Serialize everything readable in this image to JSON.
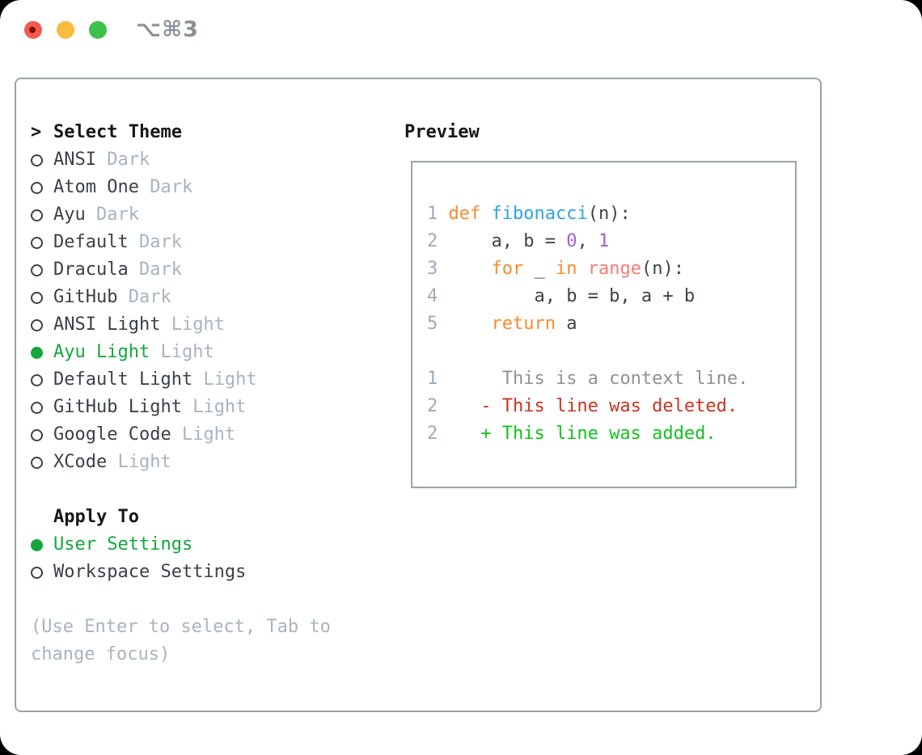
{
  "titlebar": {
    "title": "⌥⌘3",
    "buttons": [
      "close-button",
      "minimize-button",
      "maximize-button"
    ]
  },
  "colors": {
    "traffic_red": "#f15b4e",
    "traffic_red_dot": "#7e120b",
    "traffic_yellow": "#f9bb3e",
    "traffic_green": "#3ec04d",
    "title_gray": "#8b9198",
    "border_gray": "#9aa3ad",
    "text_black": "#15171a",
    "text_dark": "#3b4149",
    "muted_gray": "#a9b4bf",
    "selection_green": "#14a73c"
  },
  "theme_list": {
    "prompt": ">",
    "title": "Select Theme",
    "items": [
      {
        "name": "ANSI",
        "variant": "Dark",
        "selected": false
      },
      {
        "name": "Atom One",
        "variant": "Dark",
        "selected": false
      },
      {
        "name": "Ayu",
        "variant": "Dark",
        "selected": false
      },
      {
        "name": "Default",
        "variant": "Dark",
        "selected": false
      },
      {
        "name": "Dracula",
        "variant": "Dark",
        "selected": false
      },
      {
        "name": "GitHub",
        "variant": "Dark",
        "selected": false
      },
      {
        "name": "ANSI Light",
        "variant": "Light",
        "selected": false
      },
      {
        "name": "Ayu Light",
        "variant": "Light",
        "selected": true
      },
      {
        "name": "Default Light",
        "variant": "Light",
        "selected": false
      },
      {
        "name": "GitHub Light",
        "variant": "Light",
        "selected": false
      },
      {
        "name": "Google Code",
        "variant": "Light",
        "selected": false
      },
      {
        "name": "XCode",
        "variant": "Light",
        "selected": false
      }
    ]
  },
  "apply_to": {
    "title": "Apply To",
    "options": [
      {
        "label": "User Settings",
        "selected": true
      },
      {
        "label": "Workspace Settings",
        "selected": false
      }
    ]
  },
  "hint": {
    "line1": "(Use Enter to select, Tab to",
    "line2": "change focus)"
  },
  "preview": {
    "title": "Preview",
    "syntax_colors": {
      "keyword": "#f98b2b",
      "function": "#2da4e4",
      "number": "#a35fd0",
      "call": "#f97b72",
      "plain": "#3e4349",
      "context": "#8d9299",
      "deleted": "#c93422",
      "added": "#12c31e",
      "line_number": "#9fabb8"
    },
    "lines": [
      {
        "num": "1",
        "segments": [
          {
            "t": " ",
            "c": "plain"
          },
          {
            "t": "def",
            "c": "keyword"
          },
          {
            "t": " ",
            "c": "plain"
          },
          {
            "t": "fibonacci",
            "c": "function"
          },
          {
            "t": "(n):",
            "c": "plain"
          }
        ]
      },
      {
        "num": "2",
        "segments": [
          {
            "t": "     a, b = ",
            "c": "plain"
          },
          {
            "t": "0",
            "c": "number"
          },
          {
            "t": ", ",
            "c": "plain"
          },
          {
            "t": "1",
            "c": "number"
          }
        ]
      },
      {
        "num": "3",
        "segments": [
          {
            "t": "     ",
            "c": "plain"
          },
          {
            "t": "for",
            "c": "keyword"
          },
          {
            "t": " _ ",
            "c": "plain"
          },
          {
            "t": "in",
            "c": "keyword"
          },
          {
            "t": " ",
            "c": "plain"
          },
          {
            "t": "range",
            "c": "call"
          },
          {
            "t": "(n):",
            "c": "plain"
          }
        ]
      },
      {
        "num": "4",
        "segments": [
          {
            "t": "         a, b = b, a + b",
            "c": "plain"
          }
        ]
      },
      {
        "num": "5",
        "segments": [
          {
            "t": "     ",
            "c": "plain"
          },
          {
            "t": "return",
            "c": "keyword"
          },
          {
            "t": " a",
            "c": "plain"
          }
        ]
      },
      {
        "num": "",
        "segments": []
      },
      {
        "num": "1",
        "segments": [
          {
            "t": "      This is a context line.",
            "c": "context"
          }
        ]
      },
      {
        "num": "2",
        "segments": [
          {
            "t": "    - This line was deleted.",
            "c": "deleted"
          }
        ]
      },
      {
        "num": "2",
        "segments": [
          {
            "t": "    + This line was added.",
            "c": "added"
          }
        ]
      }
    ]
  }
}
